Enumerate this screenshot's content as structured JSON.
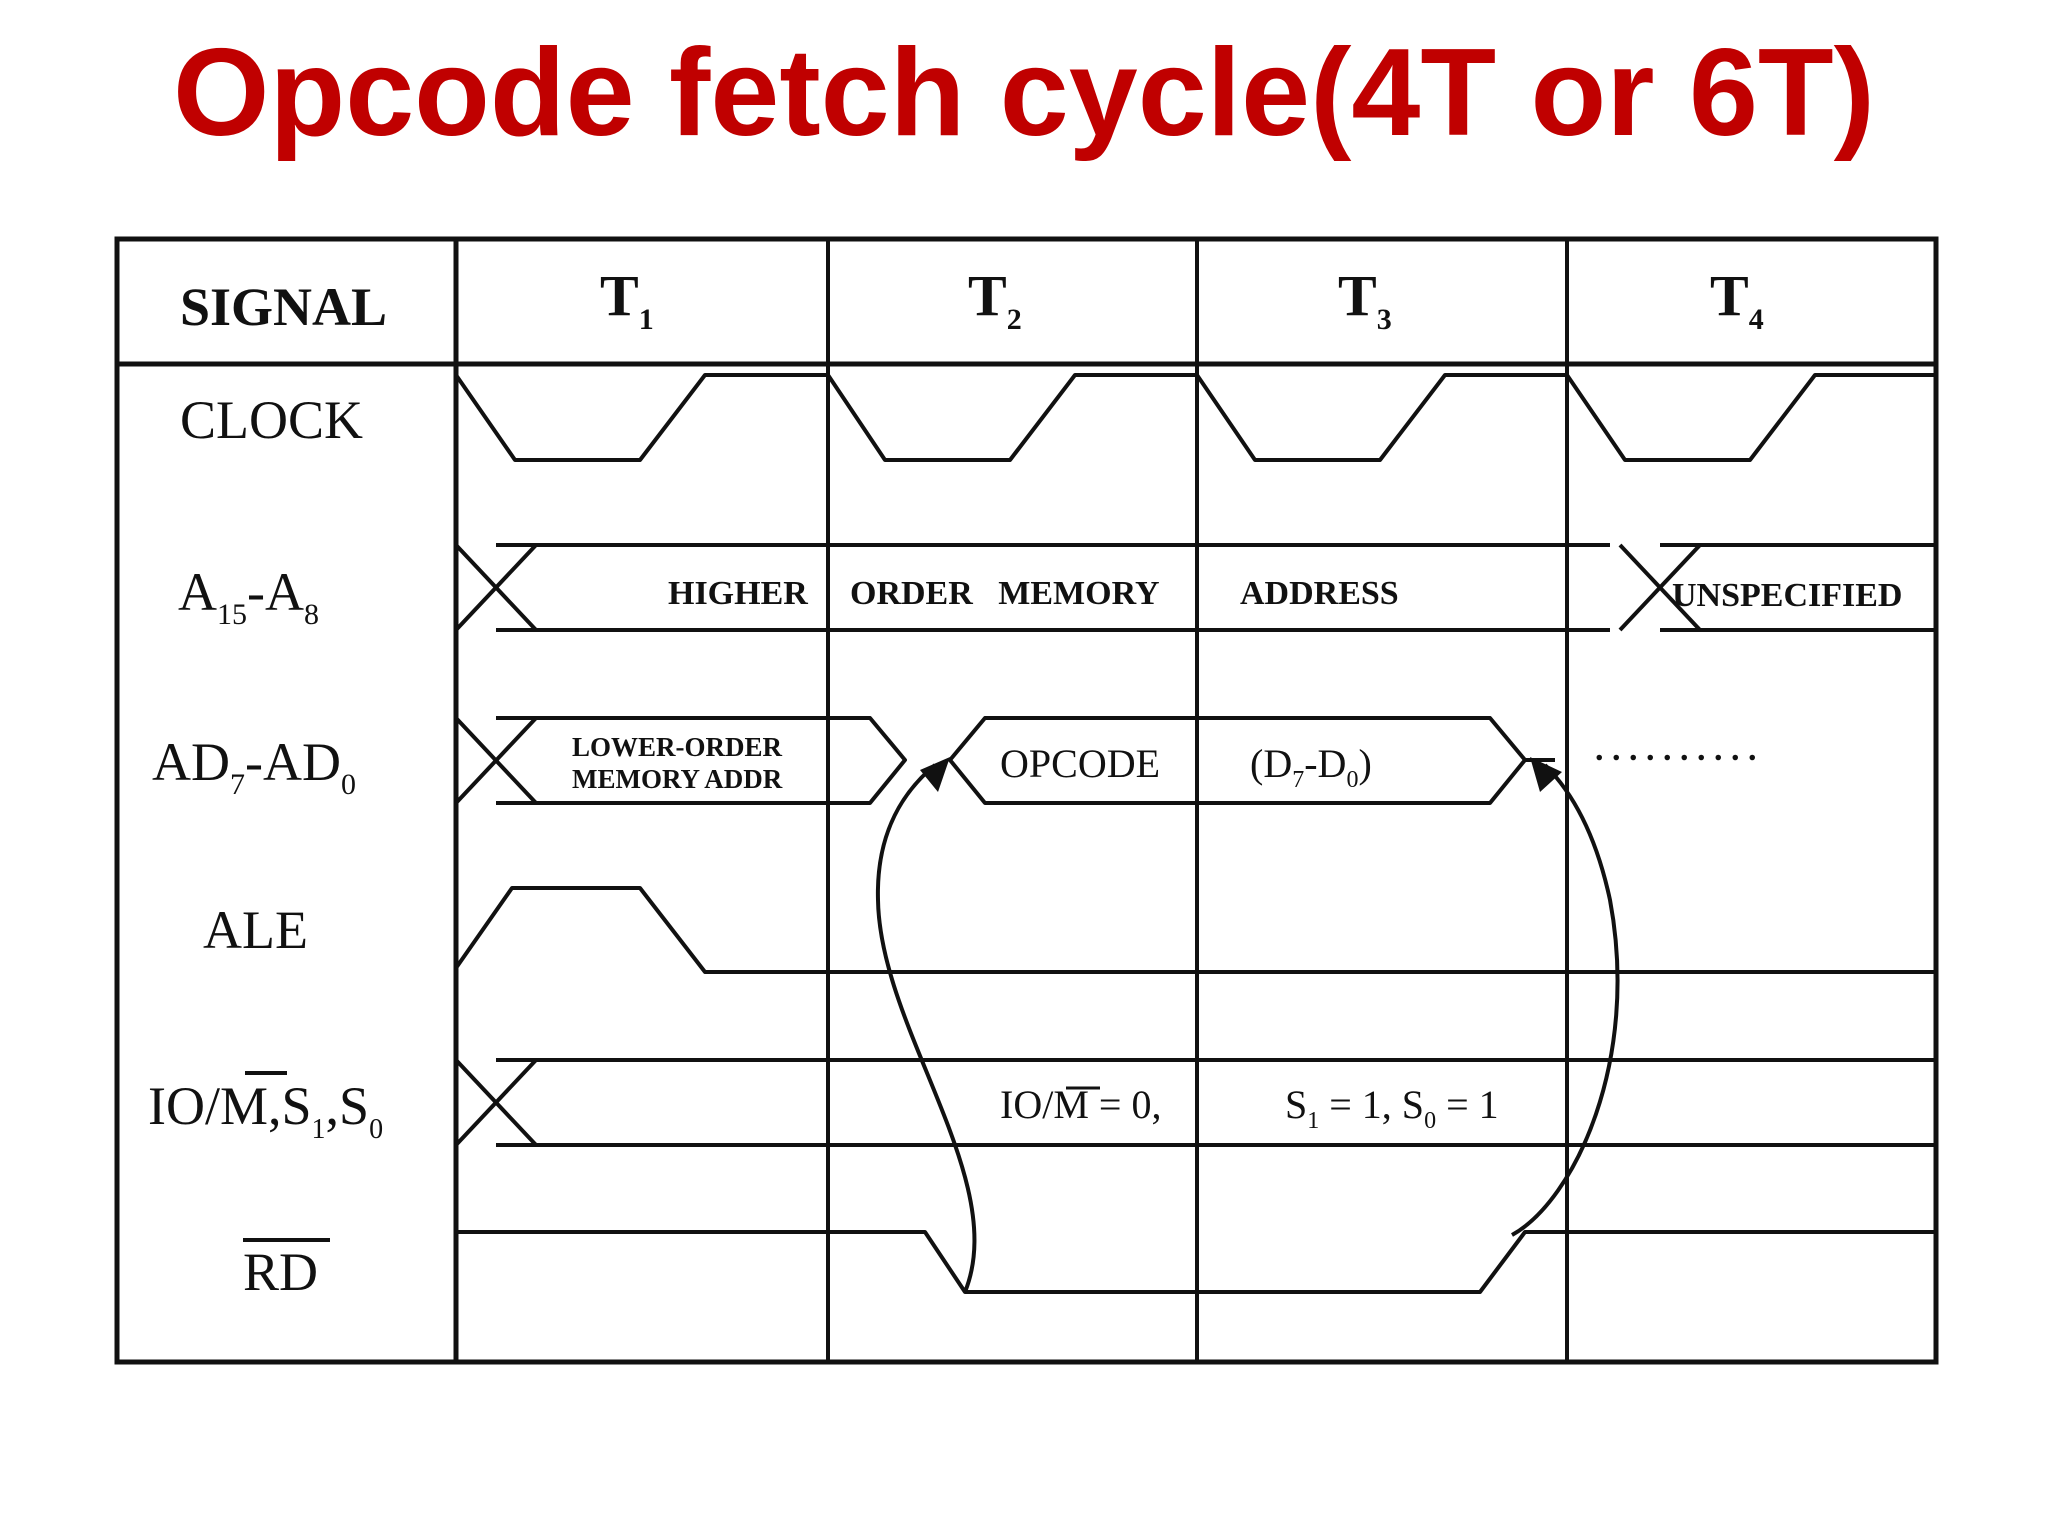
{
  "title": "Opcode fetch cycle(4T or 6T)",
  "header": {
    "signal": "SIGNAL",
    "t_states": [
      {
        "letter": "T",
        "sub": "1"
      },
      {
        "letter": "T",
        "sub": "2"
      },
      {
        "letter": "T",
        "sub": "3"
      },
      {
        "letter": "T",
        "sub": "4"
      }
    ]
  },
  "signals": {
    "clock": "CLOCK",
    "addr_high": {
      "a": "A",
      "sub1": "15",
      "dash": "-A",
      "sub2": "8"
    },
    "addr_low": {
      "a": "AD",
      "sub1": "7",
      "dash": "-AD",
      "sub2": "0"
    },
    "ale": "ALE",
    "io_m": {
      "io": "IO/",
      "m": "M",
      "rest": ",S",
      "s1": "1",
      "comma": ",S",
      "s0": "0"
    },
    "rd": "RD"
  },
  "bus_text": {
    "higher": "HIGHER",
    "order_memory": "ORDER   MEMORY",
    "address": "ADDRESS",
    "unspecified": "UNSPECIFIED",
    "lower_order_1": "LOWER-ORDER",
    "lower_order_2": "MEMORY ADDR",
    "opcode": "OPCODE",
    "d_range": {
      "open": "(D",
      "s1": "7",
      "dash": "-D",
      "s2": "0",
      "close": ")"
    },
    "io_m_eq": {
      "io": "IO/",
      "m": "M",
      "rest": " = 0,"
    },
    "s_eq": {
      "s": "S",
      "s1": "1",
      "eq1": " = 1, S",
      "s0": "0",
      "eq2": " = 1"
    },
    "dots": ". . . . . . . . . ."
  },
  "colors": {
    "title": "#c00000",
    "ink": "#111111"
  }
}
